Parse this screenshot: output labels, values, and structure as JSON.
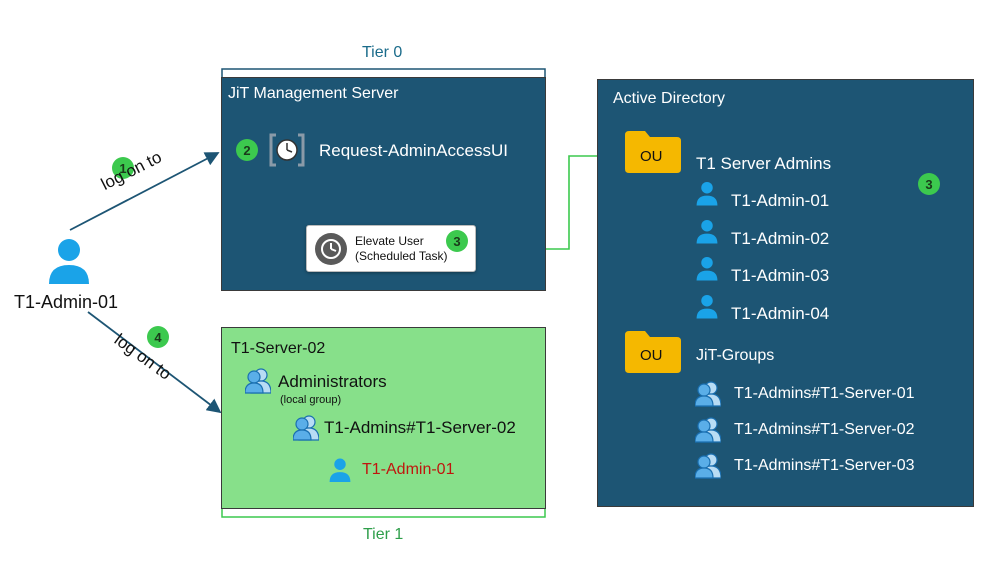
{
  "tier0_label": "Tier 0",
  "tier1_label": "Tier 1",
  "user": {
    "label": "T1-Admin-01"
  },
  "logon_top": {
    "step": "1",
    "label": "log on to"
  },
  "logon_bottom": {
    "step": "4",
    "label": "log on to"
  },
  "jit_server": {
    "title": "JiT Management Server",
    "step": "2",
    "app_label": "Request-AdminAccessUI",
    "task_line1": "Elevate User",
    "task_line2": "(Scheduled Task)",
    "task_step": "3"
  },
  "server02": {
    "title": "T1-Server-02",
    "admins_label": "Administrators",
    "admins_sub": "(local group)",
    "group_label": "T1-Admins#T1-Server-02",
    "member_label": "T1-Admin-01"
  },
  "ad": {
    "title": "Active Directory",
    "ou_label": "OU",
    "ou1_name": "T1 Server Admins",
    "users": [
      "T1-Admin-01",
      "T1-Admin-02",
      "T1-Admin-03",
      "T1-Admin-04"
    ],
    "ou2_name": "JiT-Groups",
    "groups": [
      "T1-Admins#T1-Server-01",
      "T1-Admins#T1-Server-02",
      "T1-Admins#T1-Server-03"
    ],
    "step": "3"
  },
  "colors": {
    "dark_box": "#1d5574",
    "green_box": "#87e08a",
    "badge": "#3cc94e",
    "arrow_blue": "#1d5574",
    "arrow_green": "#3cc94e",
    "member_red": "#c0160e"
  }
}
